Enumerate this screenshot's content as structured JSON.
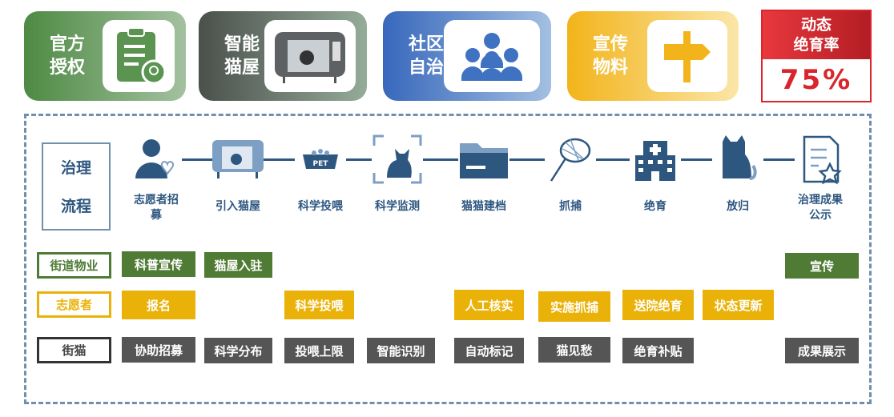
{
  "cards": [
    {
      "label": "官方授权",
      "icon": "certificate-clipboard-icon",
      "color": "#5f9550"
    },
    {
      "label": "智能猫屋",
      "icon": "smart-cat-house-image",
      "color": "#55615a"
    },
    {
      "label": "社区自治",
      "icon": "community-people-icon",
      "color": "#3f72c0"
    },
    {
      "label": "宣传物料",
      "icon": "signpost-icon",
      "color": "#f2b81c"
    }
  ],
  "rate": {
    "title_line1": "动态",
    "title_line2": "绝育率",
    "value": "75%",
    "percent": 75
  },
  "process": {
    "header_line1": "治理",
    "header_line2": "流程",
    "steps": [
      {
        "name": "志愿者招募",
        "icon": "volunteer-heart-icon"
      },
      {
        "name": "引入猫屋",
        "icon": "cat-house-icon"
      },
      {
        "name": "科学投喂",
        "icon": "pet-food-bowl-icon"
      },
      {
        "name": "科学监测",
        "icon": "cat-scan-icon"
      },
      {
        "name": "猫猫建档",
        "icon": "folder-icon"
      },
      {
        "name": "抓捕",
        "icon": "net-icon"
      },
      {
        "name": "绝育",
        "icon": "hospital-icon"
      },
      {
        "name": "放归",
        "icon": "cat-icon"
      },
      {
        "name": "治理成果公示",
        "icon": "document-star-icon"
      }
    ]
  },
  "roles": [
    {
      "label": "街道物业",
      "tags": [
        "科普宣传",
        "猫屋入驻",
        "宣传"
      ]
    },
    {
      "label": "志愿者",
      "tags": [
        "报名",
        "科学投喂",
        "人工核实",
        "实施抓捕",
        "送院绝育",
        "状态更新"
      ]
    },
    {
      "label": "街猫",
      "tags": [
        "协助招募",
        "科学分布",
        "投喂上限",
        "智能识别",
        "自动标记",
        "猫见愁",
        "绝育补贴",
        "成果展示"
      ]
    }
  ]
}
